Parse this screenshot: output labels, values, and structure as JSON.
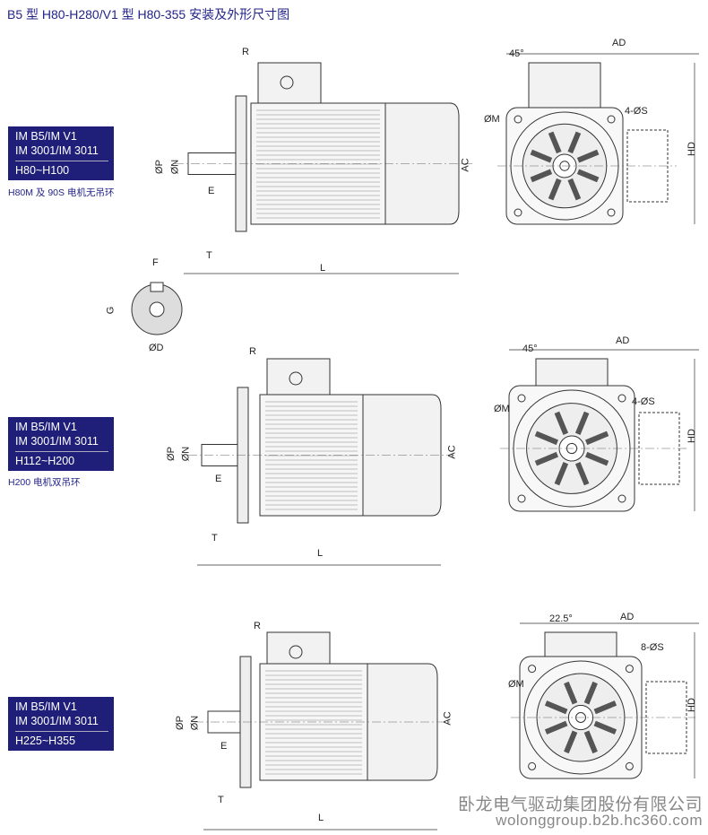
{
  "title": "B5 型 H80-H280/V1 型 H80-355 安装及外形尺寸图",
  "sections": [
    {
      "badge": {
        "line1": "IM B5/IM V1",
        "line2": "IM 3001/IM 3011",
        "range": "H80~H100"
      },
      "note": "H80M 及 90S 电机无吊环",
      "holes": "4-ØS",
      "angle": "45°"
    },
    {
      "badge": {
        "line1": "IM B5/IM V1",
        "line2": "IM 3001/IM 3011",
        "range": "H112~H200"
      },
      "note": "H200 电机双吊环",
      "holes": "4-ØS",
      "angle": "45°"
    },
    {
      "badge": {
        "line1": "IM B5/IM V1",
        "line2": "IM 3001/IM 3011",
        "range": "H225~H355"
      },
      "holes": "8-ØS",
      "angle": "22.5°"
    }
  ],
  "dims": {
    "R": "R",
    "P": "ØP",
    "N": "ØN",
    "E": "E",
    "T": "T",
    "L": "L",
    "AC": "AC",
    "AD": "AD",
    "M": "ØM",
    "HD": "HD",
    "F": "F",
    "G": "G",
    "D": "ØD"
  },
  "watermark": {
    "company": "卧龙电气驱动集团股份有限公司",
    "site": "wolonggroup.b2b.hc360.com"
  }
}
